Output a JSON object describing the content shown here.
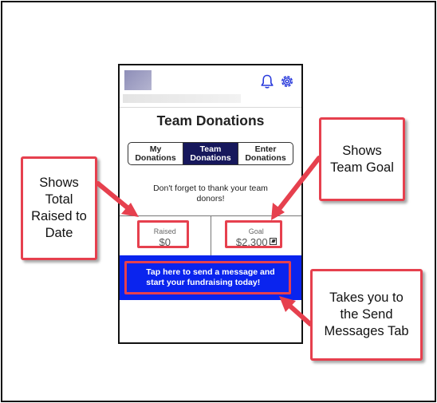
{
  "app": {
    "title": "Team Donations",
    "tabs": [
      {
        "label": "My\nDonations",
        "active": false
      },
      {
        "label": "Team\nDonations",
        "active": true
      },
      {
        "label": "Enter\nDonations",
        "active": false
      }
    ],
    "thank_message": "Don't forget to thank your team donors!",
    "stats": {
      "raised": {
        "label": "Raised",
        "value": "$0"
      },
      "goal": {
        "label": "Goal",
        "value": "$2,300"
      }
    },
    "cta_label": "Tap here to send a message and\nstart your fundraising today!",
    "header_icons": [
      "bell-icon",
      "gear-icon"
    ]
  },
  "annotations": {
    "raised": "Shows\nTotal\nRaised to\nDate",
    "goal": "Shows\nTeam Goal",
    "cta": "Takes you to\nthe Send\nMessages Tab"
  },
  "colors": {
    "highlight": "#e6404e",
    "cta_background": "#0a24ee",
    "active_tab": "#17185c",
    "icon_blue": "#2a3bdc"
  }
}
